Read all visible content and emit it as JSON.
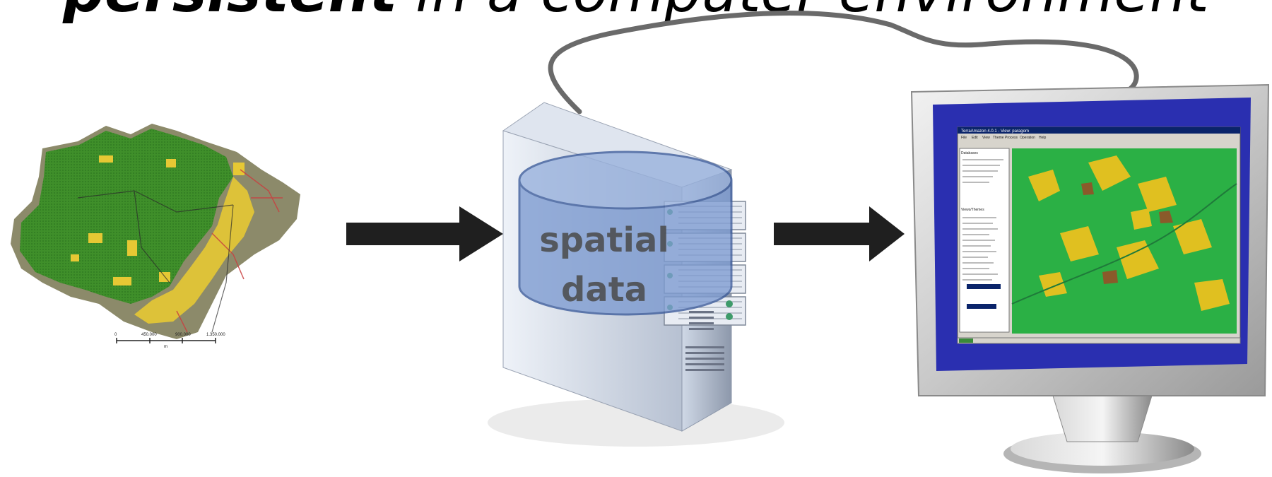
{
  "title": {
    "emphasis": "persistent",
    "rest": "in a computer environment"
  },
  "database_label": {
    "line1": "spatial",
    "line2": "data"
  },
  "map": {
    "scalebar_ticks": [
      "0",
      "450.000",
      "900.000",
      "1.350.000"
    ],
    "scalebar_unit": "m"
  },
  "screen_app": {
    "window_title": "TerraAmazon 4.0.1 - View: paragom",
    "menu": [
      "File",
      "Edit",
      "View",
      "Theme",
      "Process",
      "Operation",
      "Help"
    ],
    "panel_databases": "Databases",
    "panel_views": "Views/Themes"
  },
  "colors": {
    "map_forest": "#3f8f2a",
    "map_deforest": "#e6c834",
    "map_nonforest": "#8c8a6a",
    "arrow": "#1f1f1f",
    "cylinder": "#6d8fc7",
    "screen_bg": "#2a2fb0",
    "satellite": "#2bb045"
  }
}
